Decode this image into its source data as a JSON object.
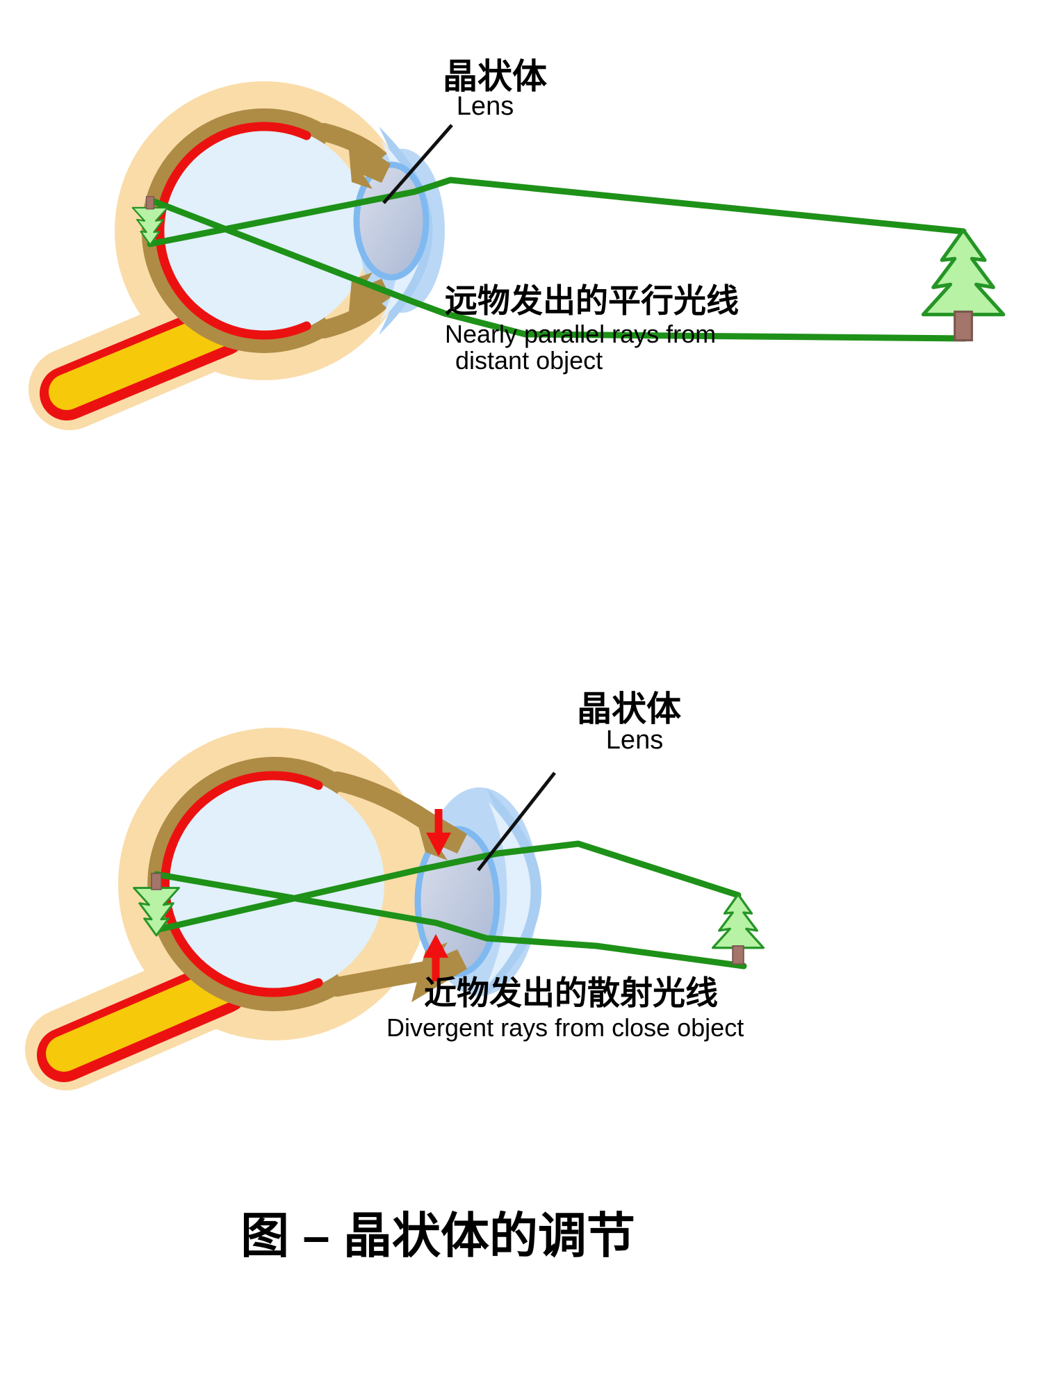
{
  "colors": {
    "background": "#FFFFFF",
    "text": "#000000",
    "sclera": "#FADCA9",
    "choroid": "#AE8C45",
    "vitreous": "#E1F0FA",
    "retina": "#EC1111",
    "nerve": "#F6C90B",
    "cornea_edge": "#A9CEF2",
    "cornea_mid": "#BAD8F6",
    "cornea_light": "#E2EFFC",
    "lens_ring": "#7FB9F0",
    "lens_fill_light": "#DADFEC",
    "lens_fill_dark": "#AAB8D4",
    "ray": "#1E9118",
    "tree_fill": "#B7F2A5",
    "tree_stroke": "#259525",
    "trunk_fill": "#A3756B",
    "pointer": "#111111",
    "arrow_red": "#F01010"
  },
  "diagram1": {
    "label_zh": "晶状体",
    "label_en": "Lens",
    "caption_zh": "远物发出的平行光线",
    "caption_en_line1": "Nearly parallel rays from",
    "caption_en_line2": "distant object"
  },
  "diagram2": {
    "label_zh": "晶状体",
    "label_en": "Lens",
    "caption_zh": "近物发出的散射光线",
    "caption_en": "Divergent rays from close object"
  },
  "figure_title": "图 – 晶状体的调节"
}
